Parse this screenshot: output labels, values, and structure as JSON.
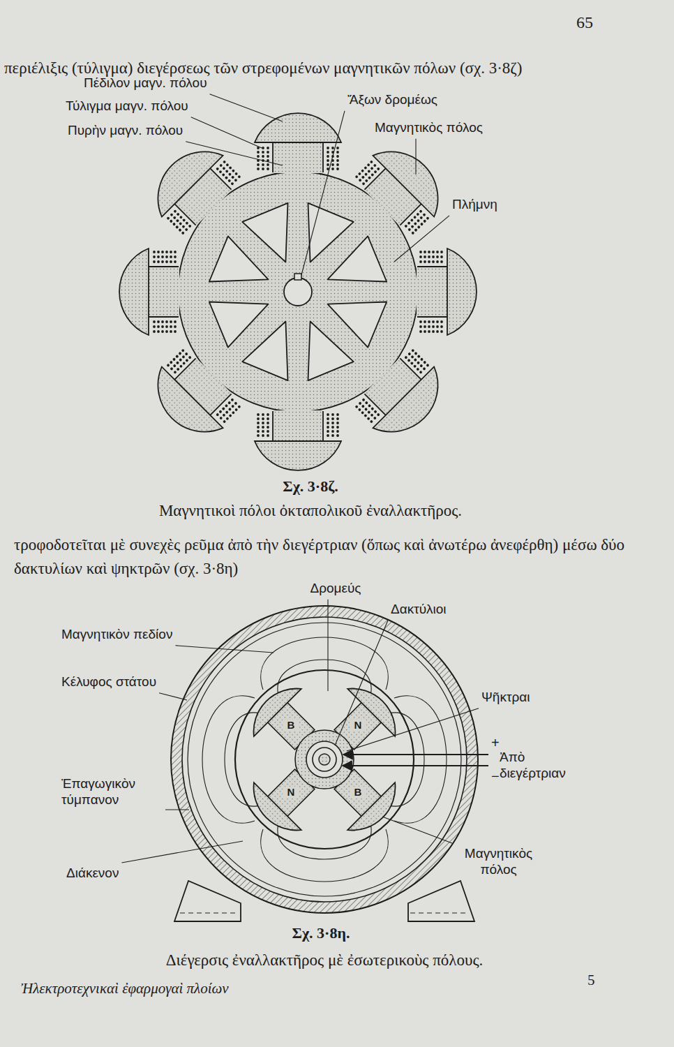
{
  "diagram": {
    "labels": [
      "65",
      "περιέλιξις (τύλιγμα) διεγέρσεως τῶν στρεφομένων μαγνητικῶν πόλων (σχ. 3·8ζ)",
      "Πέδιλον μαγν. πόλου",
      "Ἄξων δρομέως",
      "Τύλιγμα μαγν. πόλου",
      "Μαγνητικὸς πόλος",
      "Πυρὴν μαγν. πόλου",
      "Πλήμνη",
      "Σχ. 3·8ζ.",
      "Μαγνητικοὶ πόλοι ὀκταπολικοῦ ἐναλλακτῆρος.",
      "τροφοδοτεῖται μὲ συνεχὲς ρεῦμα ἀπὸ τὴν διεγέρτριαν (ὅπως καὶ ἀνωτέρω ἀνεφέρθη) μέσω δύο δακτυλίων καὶ ψηκτρῶν (σχ. 3·8η)",
      "Δρομεύς",
      "Δακτύλιοι",
      "Μαγνητικὸν πεδίον",
      "Κέλυφος στάτου",
      "Ψῆκτραι",
      "Β",
      "Ν",
      "+",
      "Ἀπὸ διεγέρτριαν",
      "−",
      "Ἐπαγωγικὸν τύμπανον",
      "Ν",
      "Β",
      "Διάκενον",
      "Μαγνητικὸς πόλος",
      "Σχ. 3·8η.",
      "Διέγερσις ἐναλλακτῆρος μὲ ἐσωτερικοὺς πόλους.",
      "Ἠλεκτροτεχνικαὶ ἐφαρμογαὶ πλοίων",
      "5"
    ]
  }
}
